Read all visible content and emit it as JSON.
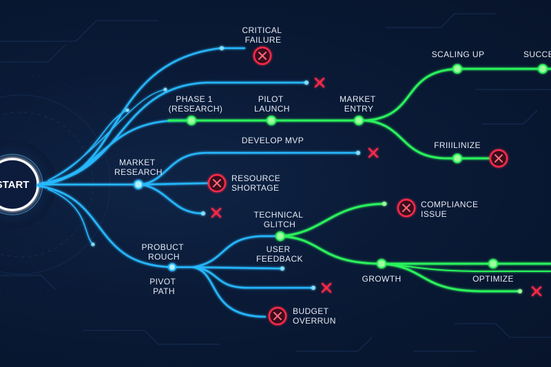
{
  "start": {
    "label": "START"
  },
  "colors": {
    "background": "#0a1a36",
    "blue_path": "#28b8ff",
    "green_path": "#2cf25c",
    "fail_red": "#ff2a4a",
    "node_glow": "#7ff0ff"
  },
  "labels": {
    "critical_failure": [
      "CRITICAL",
      "FAILURE"
    ],
    "phase1": [
      "PHASE 1",
      "(RESEARCH)"
    ],
    "pilot_launch": [
      "PILOT",
      "LAUNCH"
    ],
    "market_entry": [
      "MARKET",
      "ENTRY"
    ],
    "scaling_up": [
      "SCALING UP"
    ],
    "success": [
      "SUCCE"
    ],
    "finalize": [
      "FRIIILINIZE"
    ],
    "market_research": [
      "MARKET",
      "RESEARCH"
    ],
    "develop_mvp": [
      "DEVELOP MVP"
    ],
    "resource_shortage": [
      "RESOURCE",
      "SHORTAGE"
    ],
    "technical_glitch": [
      "TECHNICAL",
      "GLITCH"
    ],
    "compliance_issue": [
      "COMPLIANCE",
      "ISSUE"
    ],
    "product_rouch": [
      "PROBUCT",
      "ROUCH"
    ],
    "user_feedback": [
      "USER",
      "FEEDBACK"
    ],
    "pivot_path": [
      "PIVOT",
      "PATH"
    ],
    "growth": [
      "GROWTH"
    ],
    "optimize": [
      "OPTIMIZE"
    ],
    "budget_overrun": [
      "BUDGET",
      "OVERRUN"
    ]
  }
}
